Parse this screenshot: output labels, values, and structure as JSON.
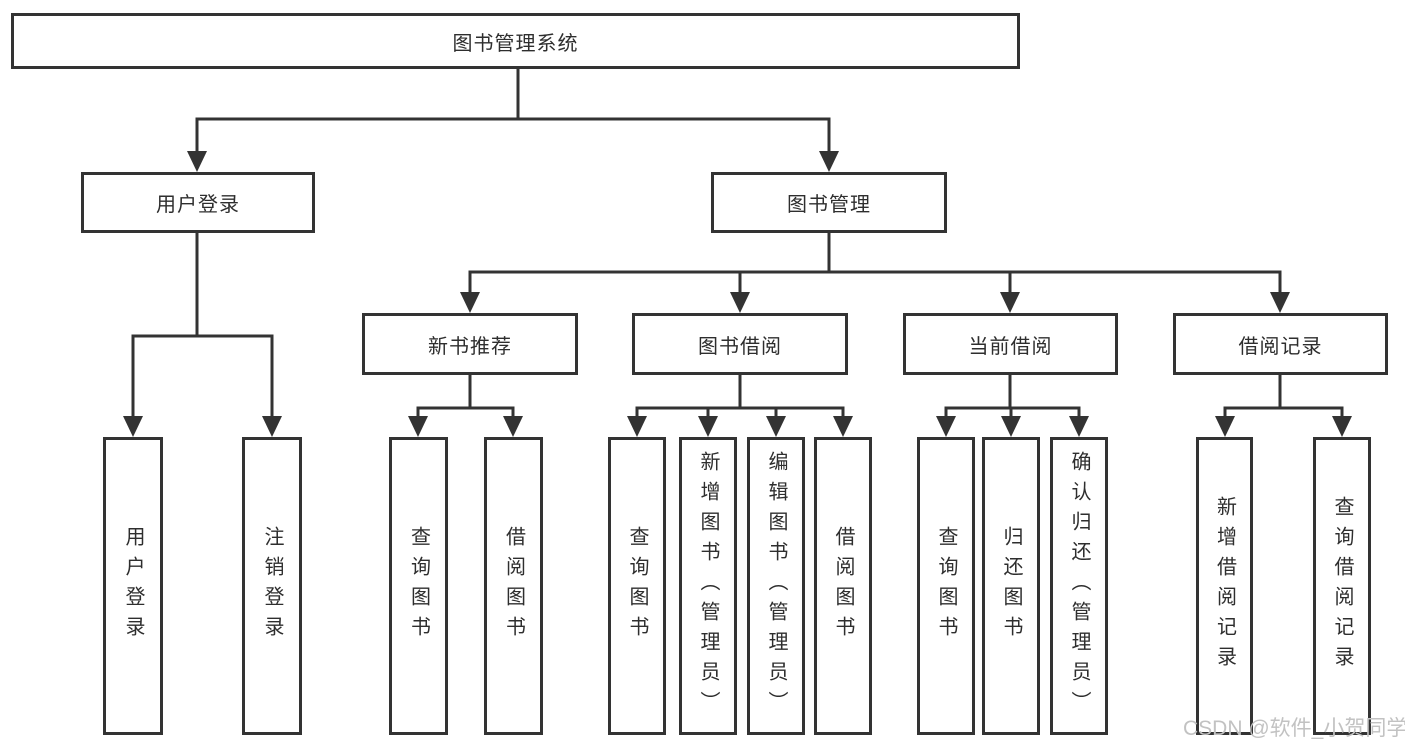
{
  "colors": {
    "line": "#333333",
    "text": "#2e2e2e",
    "background": "#ffffff",
    "watermark": "#c2c2c2"
  },
  "tree": {
    "root": {
      "label": "图书管理系统"
    },
    "level2": [
      {
        "label": "用户登录"
      },
      {
        "label": "图书管理"
      }
    ],
    "level3": [
      {
        "label": "新书推荐"
      },
      {
        "label": "图书借阅"
      },
      {
        "label": "当前借阅"
      },
      {
        "label": "借阅记录"
      }
    ],
    "leaves": {
      "login": [
        {
          "label": "用户登录"
        },
        {
          "label": "注销登录"
        }
      ],
      "new_book": [
        {
          "label": "查询图书"
        },
        {
          "label": "借阅图书"
        }
      ],
      "borrow": [
        {
          "label": "查询图书"
        },
        {
          "label": "新增图书（管理员）"
        },
        {
          "label": "编辑图书（管理员）"
        },
        {
          "label": "借阅图书"
        }
      ],
      "current": [
        {
          "label": "查询图书"
        },
        {
          "label": "归还图书"
        },
        {
          "label": "确认归还（管理员）"
        }
      ],
      "records": [
        {
          "label": "新增借阅记录"
        },
        {
          "label": "查询借阅记录"
        }
      ]
    }
  },
  "watermark": {
    "text": "CSDN @软件_小贺同学"
  }
}
